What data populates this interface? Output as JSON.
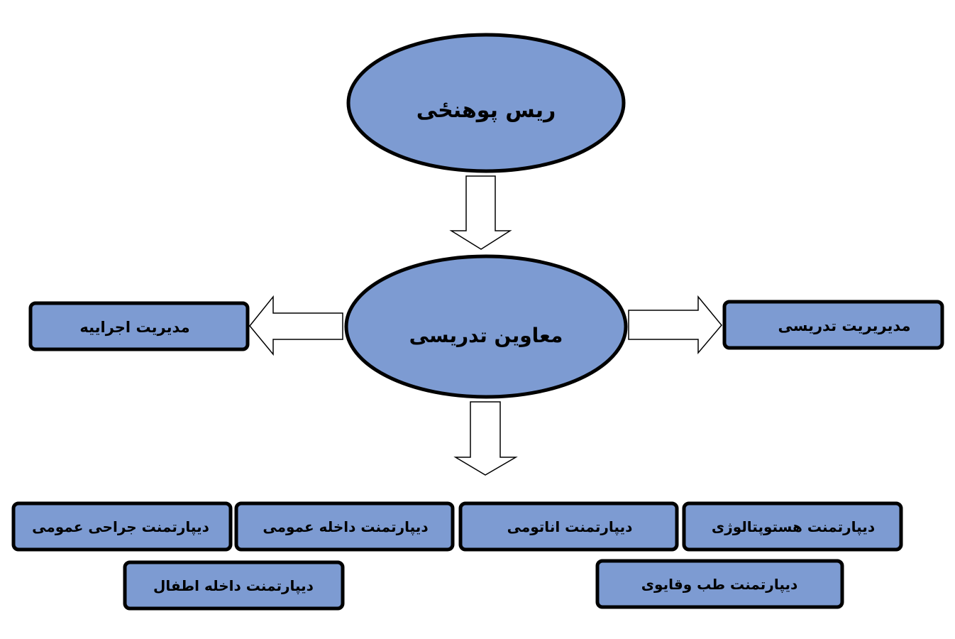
{
  "diagram": {
    "colors": {
      "node_fill": "#7d9bd2",
      "node_stroke": "#000000",
      "arrow_fill": "#ffffff",
      "background": "#ffffff"
    },
    "nodes": {
      "head": {
        "label": "ریس پوهنځی"
      },
      "deputy": {
        "label": "معاوین تدریسی"
      },
      "executive_management": {
        "label": "مدیریت اجراییه"
      },
      "teaching_management": {
        "label": "مدیریریت تدریسی"
      },
      "dept_surgery": {
        "label": "دیپارتمنت جراحی عمومی"
      },
      "dept_internal": {
        "label": "دیپارتمنت داخله عمومی"
      },
      "dept_anatomy": {
        "label": "دیپارتمنت اناتومی"
      },
      "dept_histopathology": {
        "label": "دیپارتمنت هستوپتالوژی"
      },
      "dept_pediatrics": {
        "label": "دیپارتمنت داخله اطفال"
      },
      "dept_preventive": {
        "label": "دیپارتمنت طب وقایوی"
      }
    },
    "arrows": [
      {
        "from": "head",
        "to": "deputy",
        "direction": "down"
      },
      {
        "from": "deputy",
        "to": "executive_management",
        "direction": "left"
      },
      {
        "from": "deputy",
        "to": "teaching_management",
        "direction": "right"
      },
      {
        "from": "deputy",
        "to": "departments",
        "direction": "down"
      }
    ]
  }
}
